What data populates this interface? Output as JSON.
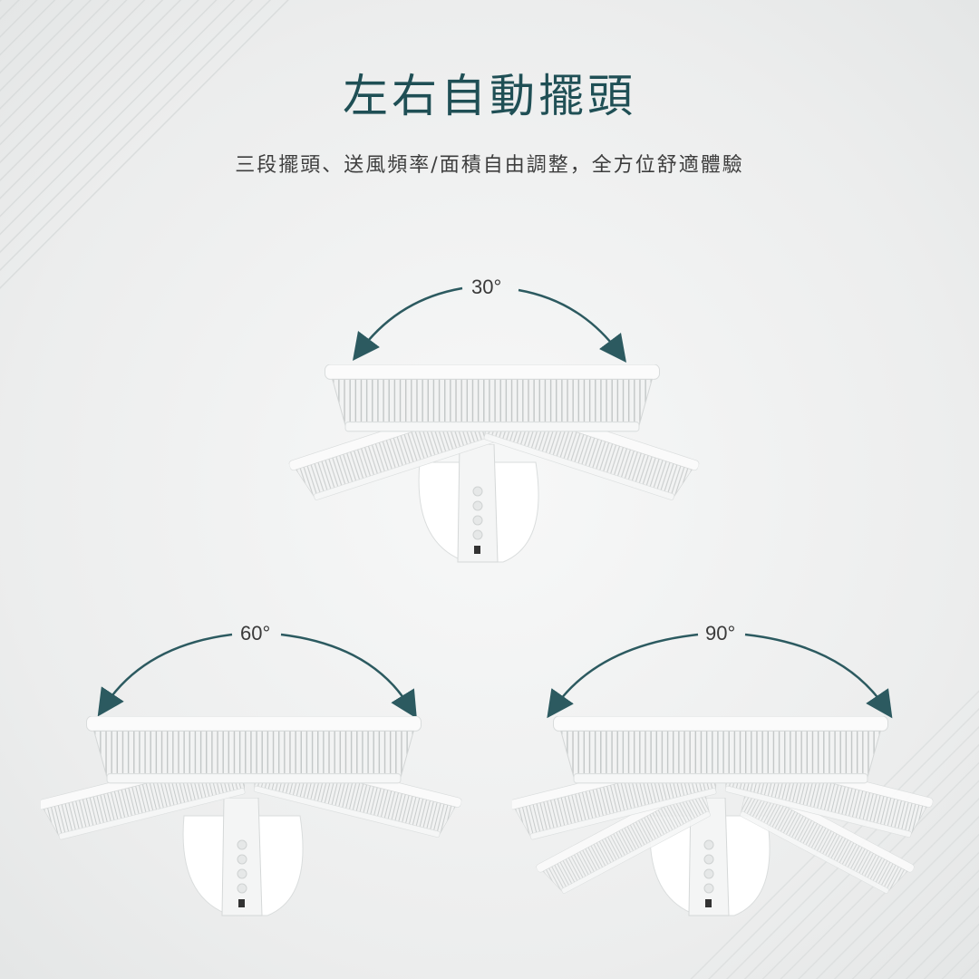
{
  "header": {
    "title": "左右自動擺頭",
    "subtitle": "三段擺頭、送風頻率/面積自由調整，全方位舒適體驗"
  },
  "oscillation_modes": [
    {
      "angle_label": "30°"
    },
    {
      "angle_label": "60°"
    },
    {
      "angle_label": "90°"
    }
  ],
  "colors": {
    "title": "#1f4f55",
    "arrow": "#2c5a60",
    "fan_body": "#ffffff",
    "fan_grille": "#c9cccc"
  }
}
